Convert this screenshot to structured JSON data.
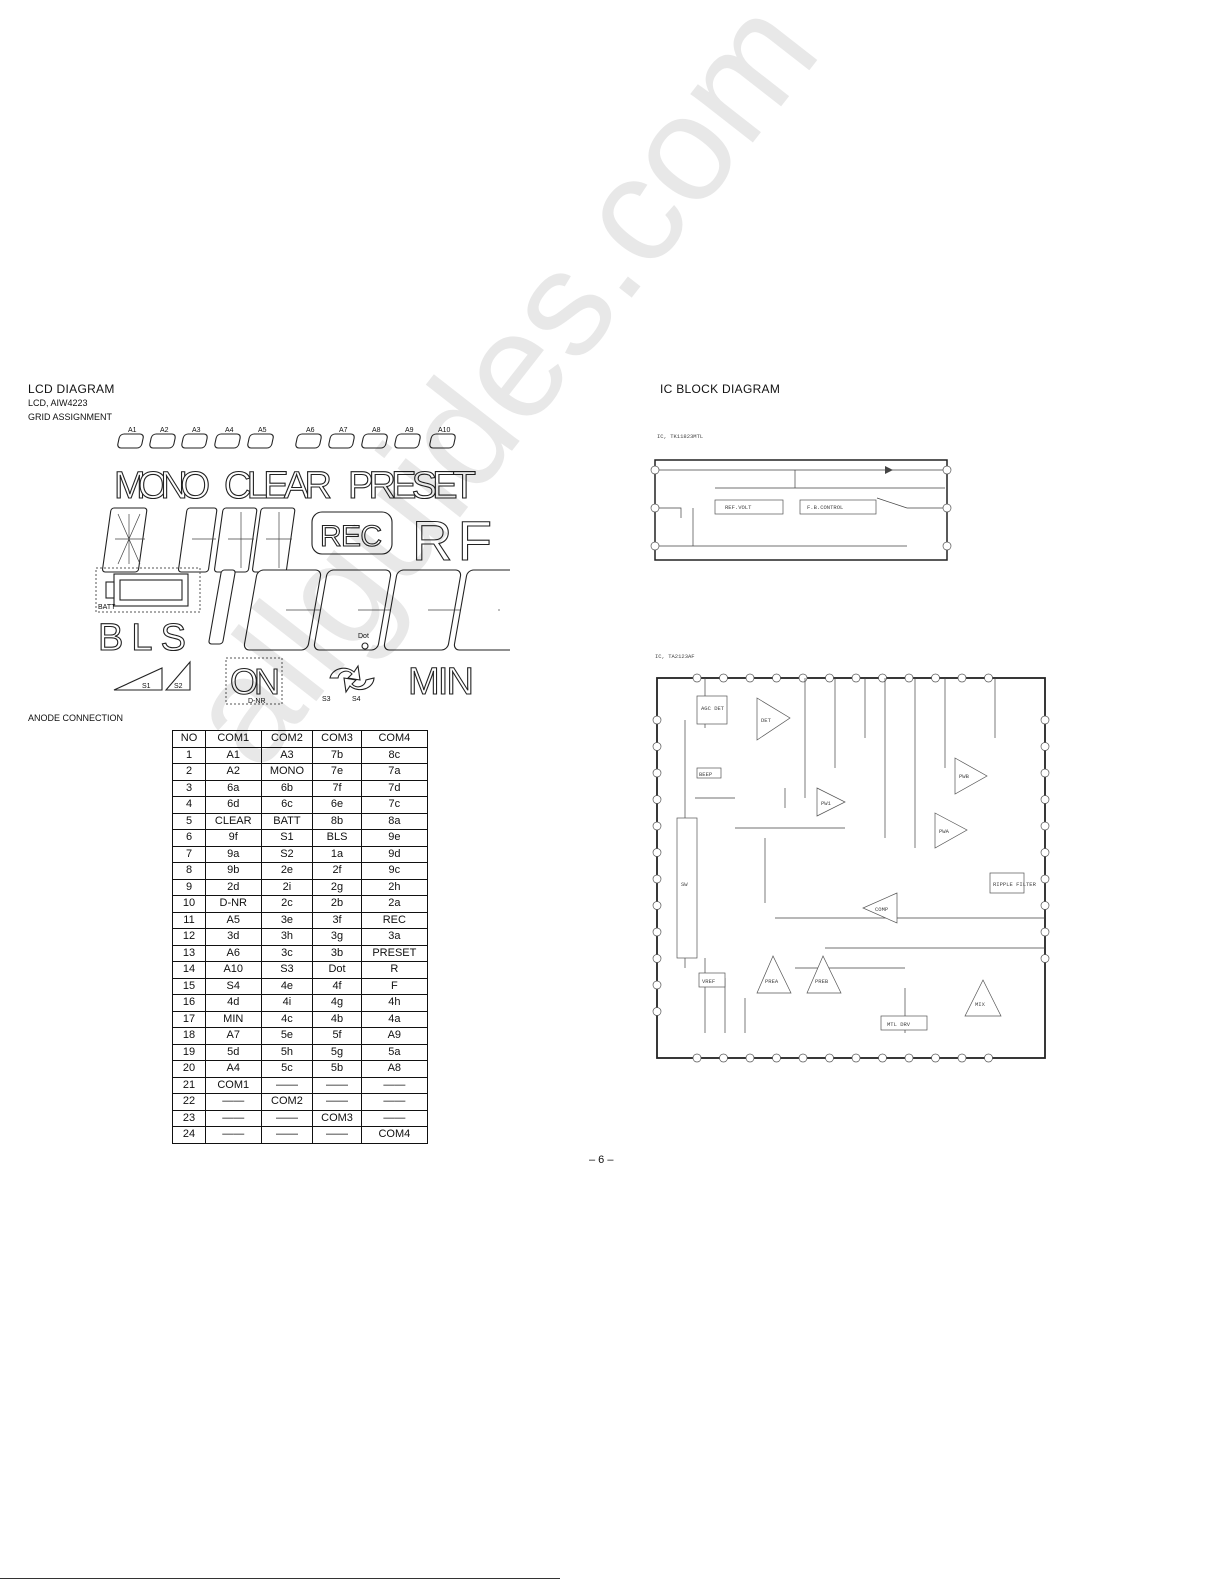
{
  "left": {
    "title": "LCD  DIAGRAM",
    "model": "LCD, AIW4223",
    "grid_title": "GRID ASSIGNMENT",
    "grid_labels": [
      "A1",
      "A2",
      "A3",
      "A4",
      "A5",
      "A6",
      "A7",
      "A8",
      "A9",
      "A10"
    ],
    "lcd_words": {
      "mono": "MONO",
      "clear": "CLEAR",
      "preset": "PRESET",
      "rec": "REC",
      "rf": "RF",
      "bls": "BLS",
      "on": "ON",
      "min": "MIN",
      "batt": "BATT",
      "dnr": "D-NR",
      "dot": "Dot",
      "s1": "S1",
      "s2": "S2",
      "s3": "S3",
      "s4": "S4"
    },
    "anode_title": "ANODE CONNECTION",
    "table": {
      "headers": [
        "NO",
        "COM1",
        "COM2",
        "COM3",
        "COM4"
      ],
      "rows": [
        [
          "1",
          "A1",
          "A3",
          "7b",
          "8c"
        ],
        [
          "2",
          "A2",
          "MONO",
          "7e",
          "7a"
        ],
        [
          "3",
          "6a",
          "6b",
          "7f",
          "7d"
        ],
        [
          "4",
          "6d",
          "6c",
          "6e",
          "7c"
        ],
        [
          "5",
          "CLEAR",
          "BATT",
          "8b",
          "8a"
        ],
        [
          "6",
          "9f",
          "S1",
          "BLS",
          "9e"
        ],
        [
          "7",
          "9a",
          "S2",
          "1a",
          "9d"
        ],
        [
          "8",
          "9b",
          "2e",
          "2f",
          "9c"
        ],
        [
          "9",
          "2d",
          "2i",
          "2g",
          "2h"
        ],
        [
          "10",
          "D-NR",
          "2c",
          "2b",
          "2a"
        ],
        [
          "11",
          "A5",
          "3e",
          "3f",
          "REC"
        ],
        [
          "12",
          "3d",
          "3h",
          "3g",
          "3a"
        ],
        [
          "13",
          "A6",
          "3c",
          "3b",
          "PRESET"
        ],
        [
          "14",
          "A10",
          "S3",
          "Dot",
          "R"
        ],
        [
          "15",
          "S4",
          "4e",
          "4f",
          "F"
        ],
        [
          "16",
          "4d",
          "4i",
          "4g",
          "4h"
        ],
        [
          "17",
          "MIN",
          "4c",
          "4b",
          "4a"
        ],
        [
          "18",
          "A7",
          "5e",
          "5f",
          "A9"
        ],
        [
          "19",
          "5d",
          "5h",
          "5g",
          "5a"
        ],
        [
          "20",
          "A4",
          "5c",
          "5b",
          "A8"
        ],
        [
          "21",
          "COM1",
          "——",
          "——",
          "——"
        ],
        [
          "22",
          "——",
          "COM2",
          "——",
          "——"
        ],
        [
          "23",
          "——",
          "——",
          "COM3",
          "——"
        ],
        [
          "24",
          "——",
          "——",
          "——",
          "COM4"
        ]
      ]
    }
  },
  "right": {
    "title": "IC  BLOCK  DIAGRAM",
    "ic1_label": "IC, TK11823MTL",
    "ic1_blocks": {
      "ref": "REF.VOLT",
      "ctrl": "F.B.CONTROL"
    },
    "ic2_label": "IC, TA2123AF",
    "ic2_blocks": {
      "agc": "AGC DET",
      "det": "DET",
      "beep": "BEEP",
      "pw1": "PW1",
      "pwb": "PWB",
      "pwa": "PWA",
      "sw": "SW",
      "comp": "COMP",
      "ripple": "RIPPLE FILTER",
      "vref": "VREF",
      "preaa": "PREA",
      "preab": "PREB",
      "mix": "MIX",
      "mtldrv": "MTL DRV"
    }
  },
  "footer": {
    "page": "– 6 –"
  },
  "watermark": "allguides.com"
}
